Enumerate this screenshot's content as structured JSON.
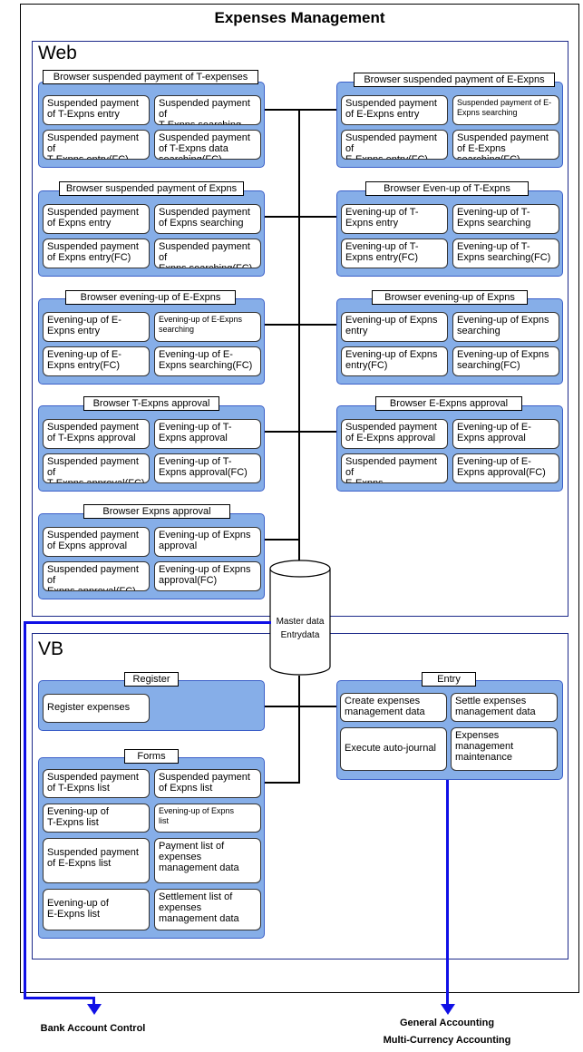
{
  "title": "Expenses Management",
  "web": {
    "label": "Web",
    "groups": [
      {
        "title": "Browser suspended payment of T-expenses",
        "cells": [
          "Suspended payment\nof T-Expns entry",
          "Suspended payment of\nT-Expns searching",
          "Suspended payment of\nT-Expns entry(FC)",
          "Suspended payment\nof T-Expns data\nsearching(FC)"
        ]
      },
      {
        "title": "Browser suspended payment of E-Expns",
        "cells": [
          "Suspended payment\nof E-Expns entry",
          "Suspended payment of E-\nExpns searching",
          "Suspended payment of\nE-Expns entry(FC)",
          "Suspended payment\nof E-Expns\nsearching(FC)"
        ]
      },
      {
        "title": "Browser suspended payment of Expns",
        "cells": [
          "Suspended payment\nof Expns entry",
          "Suspended payment\nof Expns searching",
          "Suspended payment\nof Expns entry(FC)",
          "Suspended payment of\nExpns searching(FC)"
        ]
      },
      {
        "title": "Browser Even-up of T-Expns",
        "cells": [
          "Evening-up of T-\nExpns entry",
          "Evening-up of T-\nExpns searching",
          "Evening-up of T-\nExpns entry(FC)",
          "Evening-up of T-\nExpns searching(FC)"
        ]
      },
      {
        "title": "Browser evening-up of E-Expns",
        "cells": [
          "Evening-up of E-\nExpns entry",
          "Evening-up of E-Expns\nsearching",
          "Evening-up of E-\nExpns entry(FC)",
          "Evening-up of E-\nExpns searching(FC)"
        ]
      },
      {
        "title": "Browser evening-up of Expns",
        "cells": [
          "Evening-up of Expns\nentry",
          "Evening-up of Expns\nsearching",
          "Evening-up of Expns\nentry(FC)",
          "Evening-up of Expns\nsearching(FC)"
        ]
      },
      {
        "title": "Browser T-Expns approval",
        "cells": [
          "Suspended payment\nof T-Expns approval",
          "Evening-up of T-\nExpns approval",
          "Suspended payment of\nT-Expns approval(FC)",
          "Evening-up of T-\nExpns approval(FC)"
        ]
      },
      {
        "title": "Browser E-Expns approval",
        "cells": [
          "Suspended payment\nof E-Expns approval",
          "Evening-up of E-\nExpns approval",
          "Suspended payment of\nE-Expns approval(FC)",
          "Evening-up of E-\nExpns approval(FC)"
        ]
      },
      {
        "title": "Browser Expns approval",
        "cells": [
          "Suspended payment\nof Expns approval",
          "Evening-up of Expns\napproval",
          "Suspended payment of\nExpns approval(FC)",
          "Evening-up of Expns\napproval(FC)"
        ]
      }
    ]
  },
  "database": {
    "line1": "Master data",
    "line2": "Entrydata"
  },
  "vb": {
    "label": "VB",
    "register": {
      "title": "Register",
      "cell": "Register expenses"
    },
    "entry": {
      "title": "Entry",
      "cells": [
        "Create expenses\nmanagement data",
        "Settle expenses\nmanagement data",
        "Execute auto-journal",
        "Expenses\nmanagement\nmaintenance"
      ]
    },
    "forms": {
      "title": "Forms",
      "cells": [
        "Suspended payment\nof T-Expns list",
        "Suspended payment\nof Expns list",
        "Evening-up of\nT-Expns list",
        "Evening-up of Expns\nlist",
        "Suspended payment\nof E-Expns list",
        "Payment list of\nexpenses\nmanagement data",
        "Evening-up of\nE-Expns list",
        "Settlement list of\nexpenses\nmanagement data"
      ]
    }
  },
  "external": {
    "bank": "Bank Account Control",
    "accounting": "General Accounting\nMulti-Currency Accounting"
  }
}
